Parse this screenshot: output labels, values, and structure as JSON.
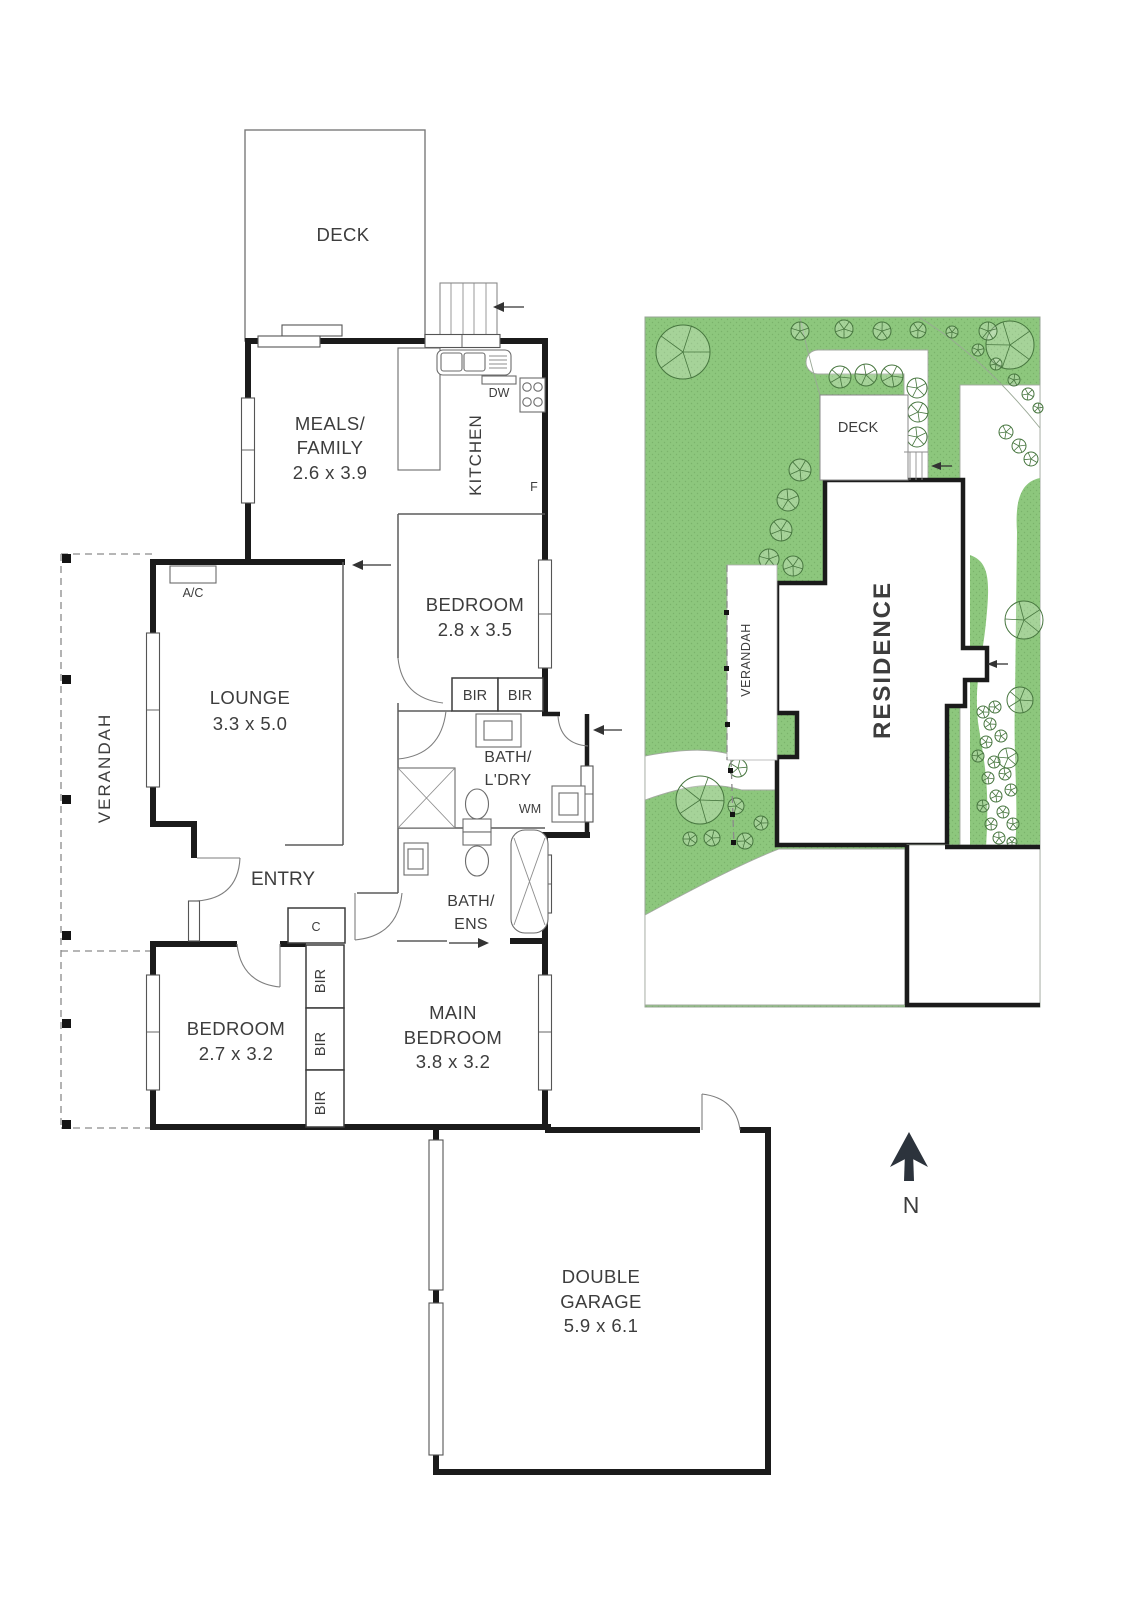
{
  "floor_plan": {
    "deck": {
      "label": "DECK"
    },
    "meals": {
      "line1": "MEALS/",
      "line2": "FAMILY",
      "dims": "2.6 x 3.9"
    },
    "kitchen": {
      "label": "KITCHEN",
      "dishwasher": "DW",
      "fridge": "F"
    },
    "bedroom1": {
      "label": "BEDROOM",
      "dims": "2.8 x 3.5"
    },
    "lounge": {
      "label": "LOUNGE",
      "dims": "3.3 x 5.0"
    },
    "verandah": {
      "label": "VERANDAH"
    },
    "bath_laundry": {
      "line1": "BATH/",
      "line2": "L'DRY",
      "wm": "WM"
    },
    "entry": {
      "label": "ENTRY"
    },
    "bath_ensuite": {
      "line1": "BATH/",
      "line2": "ENS"
    },
    "bedroom2": {
      "label": "BEDROOM",
      "dims": "2.7 x 3.2"
    },
    "main_bedroom": {
      "line1": "MAIN",
      "line2": "BEDROOM",
      "dims": "3.8 x 3.2"
    },
    "garage": {
      "line1": "DOUBLE",
      "line2": "GARAGE",
      "dims": "5.9 x 6.1"
    },
    "ac": "A/C",
    "closet": "C",
    "bir": "BIR"
  },
  "site_plan": {
    "deck": "DECK",
    "verandah": "VERANDAH",
    "residence": "RESIDENCE"
  },
  "compass": {
    "north": "N"
  },
  "colors": {
    "grass": "#8dc77d",
    "grass_dot": "#7ab36b",
    "wall": "#1b1b1b",
    "text": "#3d3d3d",
    "north_arrow": "#2c333c"
  }
}
